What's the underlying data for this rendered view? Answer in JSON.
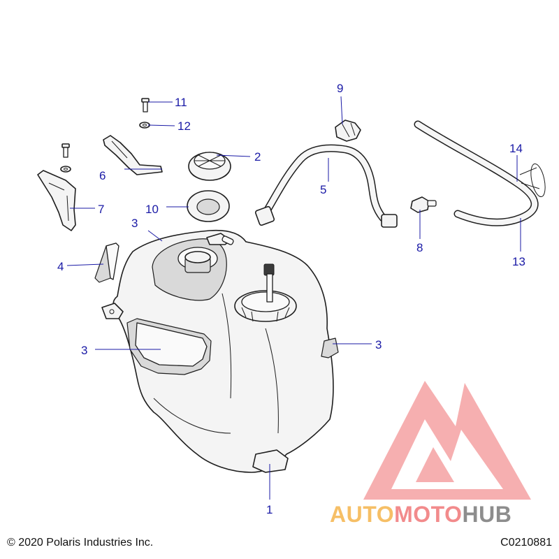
{
  "callouts": {
    "c1": "1",
    "c2": "2",
    "c3a": "3",
    "c3b": "3",
    "c3c": "3",
    "c4": "4",
    "c5": "5",
    "c6": "6",
    "c7": "7",
    "c8": "8",
    "c9": "9",
    "c10": "10",
    "c11": "11",
    "c12": "12",
    "c13": "13",
    "c14": "14"
  },
  "footer": {
    "copyright": "© 2020 Polaris Industries Inc.",
    "code": "C0210881"
  },
  "watermark": {
    "auto": "AUTO",
    "moto": "MOTO",
    "hub": "HUB"
  },
  "colors": {
    "callout": "#1a1aa6",
    "watermark_red": "#e8484d",
    "watermark_orange": "#f4b041",
    "watermark_gray": "#7a7a7a"
  }
}
